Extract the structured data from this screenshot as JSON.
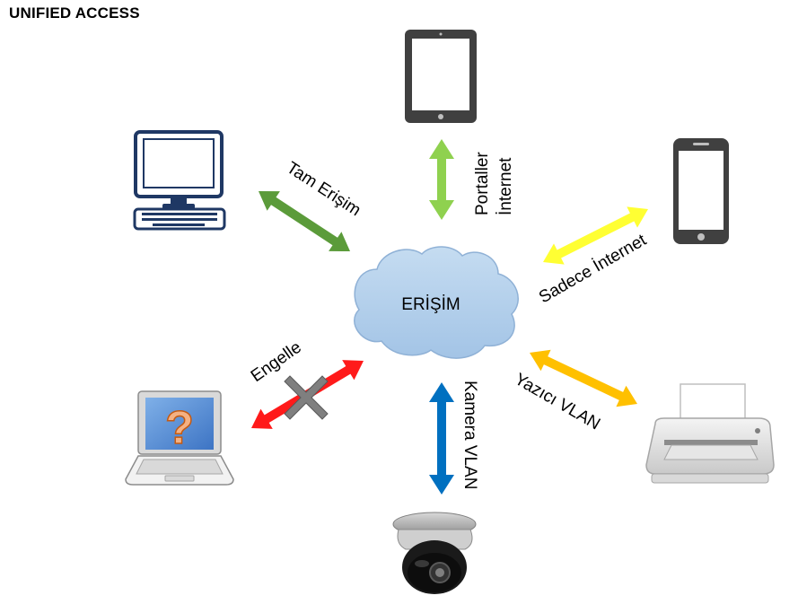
{
  "title": "UNIFIED ACCESS",
  "center": {
    "label": "ERİŞİM"
  },
  "links": {
    "desktop": {
      "label": "Tam Erişim",
      "color": "#5b9b3a"
    },
    "tablet": {
      "line1": "Portaller",
      "line2": "İnternet",
      "color": "#8fd14f"
    },
    "phone": {
      "label": "Sadece İnternet",
      "color": "#ffff33"
    },
    "printer": {
      "label": "Yazıcı VLAN",
      "color": "#ffc000"
    },
    "camera": {
      "label": "Kamera VLAN",
      "color": "#0070c0"
    },
    "laptop": {
      "label": "Engelle",
      "color": "#ff1a1a"
    }
  },
  "devices": [
    "desktop-icon",
    "tablet-icon",
    "smartphone-icon",
    "printer-icon",
    "camera-icon",
    "laptop-icon"
  ],
  "laptop_screen_glyph": "?"
}
